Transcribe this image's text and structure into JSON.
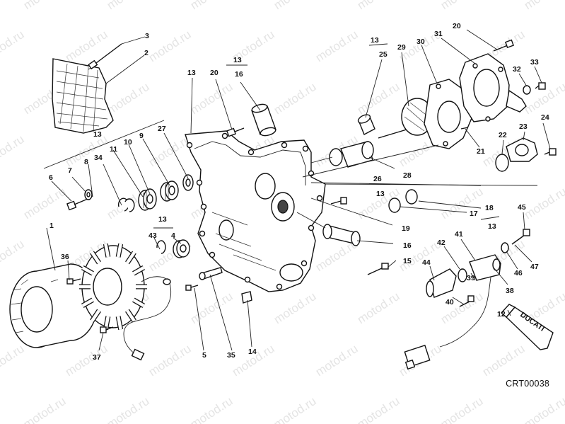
{
  "watermark": "motod.ru",
  "reference_code": "CRT00038",
  "tube_label": "DUCATI",
  "labels": [
    {
      "id": "l3",
      "text": "3"
    },
    {
      "id": "l2",
      "text": "2"
    },
    {
      "id": "l13a",
      "text": "13"
    },
    {
      "id": "l6",
      "text": "6"
    },
    {
      "id": "l7",
      "text": "7"
    },
    {
      "id": "l8",
      "text": "8"
    },
    {
      "id": "l34",
      "text": "34"
    },
    {
      "id": "l11",
      "text": "11"
    },
    {
      "id": "l10",
      "text": "10"
    },
    {
      "id": "l9",
      "text": "9"
    },
    {
      "id": "l27",
      "text": "27"
    },
    {
      "id": "l13b",
      "text": "13"
    },
    {
      "id": "l43",
      "text": "43"
    },
    {
      "id": "l4",
      "text": "4"
    },
    {
      "id": "l1",
      "text": "1"
    },
    {
      "id": "l36",
      "text": "36"
    },
    {
      "id": "l37",
      "text": "37"
    },
    {
      "id": "l5",
      "text": "5"
    },
    {
      "id": "l35",
      "text": "35"
    },
    {
      "id": "l14",
      "text": "14"
    },
    {
      "id": "l13c",
      "text": "13"
    },
    {
      "id": "l20a",
      "text": "20"
    },
    {
      "id": "l13d",
      "text": "13"
    },
    {
      "id": "l16a",
      "text": "16"
    },
    {
      "id": "l13e",
      "text": "13"
    },
    {
      "id": "l25",
      "text": "25"
    },
    {
      "id": "l29",
      "text": "29"
    },
    {
      "id": "l30",
      "text": "30"
    },
    {
      "id": "l31",
      "text": "31"
    },
    {
      "id": "l20b",
      "text": "20"
    },
    {
      "id": "l33",
      "text": "33"
    },
    {
      "id": "l32",
      "text": "32"
    },
    {
      "id": "l24",
      "text": "24"
    },
    {
      "id": "l23",
      "text": "23"
    },
    {
      "id": "l22",
      "text": "22"
    },
    {
      "id": "l21",
      "text": "21"
    },
    {
      "id": "l28",
      "text": "28"
    },
    {
      "id": "l26",
      "text": "26"
    },
    {
      "id": "l13f",
      "text": "13"
    },
    {
      "id": "l18",
      "text": "18"
    },
    {
      "id": "l17",
      "text": "17"
    },
    {
      "id": "l13g",
      "text": "13"
    },
    {
      "id": "l19",
      "text": "19"
    },
    {
      "id": "l16b",
      "text": "16"
    },
    {
      "id": "l15",
      "text": "15"
    },
    {
      "id": "l45",
      "text": "45"
    },
    {
      "id": "l41",
      "text": "41"
    },
    {
      "id": "l42",
      "text": "42"
    },
    {
      "id": "l44",
      "text": "44"
    },
    {
      "id": "l46",
      "text": "46"
    },
    {
      "id": "l47",
      "text": "47"
    },
    {
      "id": "l38",
      "text": "38"
    },
    {
      "id": "l39",
      "text": "39"
    },
    {
      "id": "l40",
      "text": "40"
    },
    {
      "id": "l12",
      "text": "12"
    }
  ]
}
